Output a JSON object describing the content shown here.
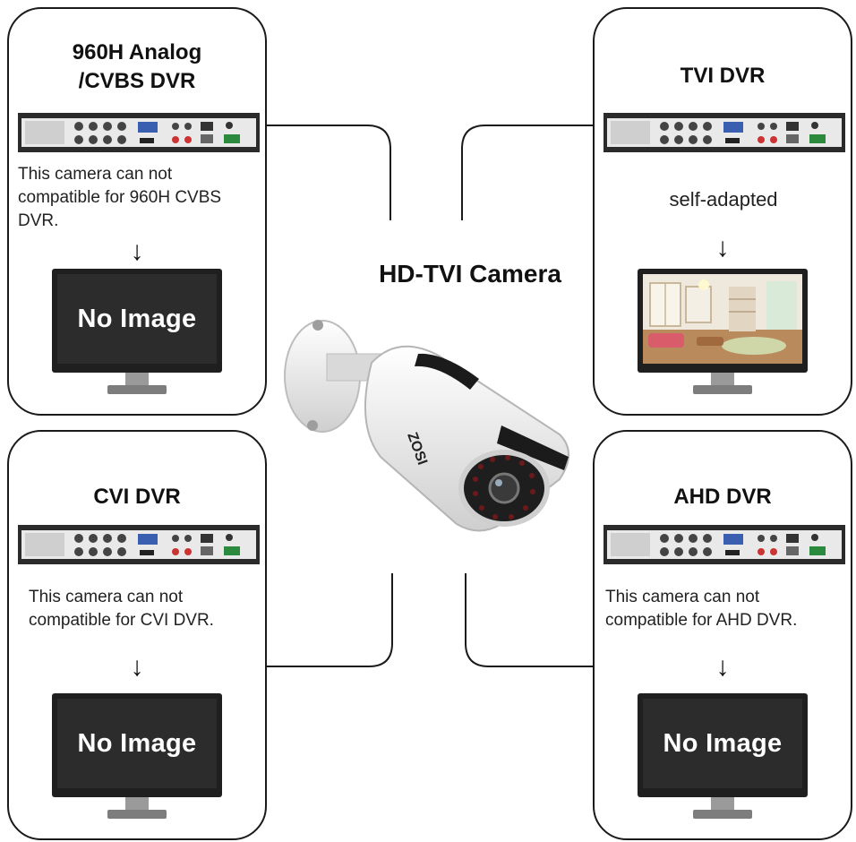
{
  "center": {
    "title": "HD-TVI Camera",
    "camera_brand": "ZOSI"
  },
  "panels": {
    "analog": {
      "title_line1": "960H Analog",
      "title_line2": "/CVBS DVR",
      "description": "This camera can not compatible for 960H CVBS DVR.",
      "monitor_text": "No Image"
    },
    "tvi": {
      "title": "TVI DVR",
      "description": "self-adapted"
    },
    "cvi": {
      "title": "CVI DVR",
      "description": "This camera can not compatible for CVI DVR.",
      "monitor_text": "No Image"
    },
    "ahd": {
      "title": "AHD DVR",
      "description": "This camera can not compatible for AHD DVR.",
      "monitor_text": "No Image"
    }
  },
  "arrow_glyph": "↓"
}
